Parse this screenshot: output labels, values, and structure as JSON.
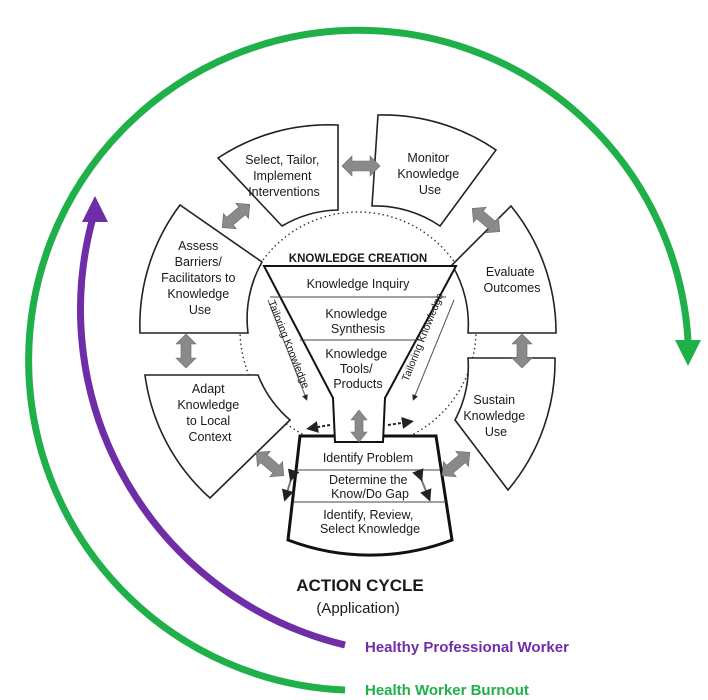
{
  "knowledge_creation": {
    "title": "KNOWLEDGE CREATION",
    "inquiry": "Knowledge Inquiry",
    "synthesis": [
      "Knowledge",
      "Synthesis"
    ],
    "tools": [
      "Knowledge",
      "Tools/",
      "Products"
    ],
    "tailoring_left": "Tailoring Knowledge",
    "tailoring_right": "Tailoring Knowledge"
  },
  "cycle_phases": {
    "select_tailor": [
      "Select, Tailor,",
      "Implement",
      "Interventions"
    ],
    "monitor": [
      "Monitor",
      "Knowledge",
      "Use"
    ],
    "evaluate": [
      "Evaluate",
      "Outcomes"
    ],
    "sustain": [
      "Sustain",
      "Knowledge",
      "Use"
    ],
    "adapt": [
      "Adapt",
      "Knowledge",
      "to Local",
      "Context"
    ],
    "assess": [
      "Assess",
      "Barriers/",
      "Facilitators to",
      "Knowledge",
      "Use"
    ]
  },
  "bottom_block": {
    "identify_problem": "Identify Problem",
    "gap": [
      "Determine the",
      "Know/Do Gap"
    ],
    "select_knowledge": [
      "Identify, Review,",
      "Select Knowledge"
    ]
  },
  "action_cycle": {
    "title": "ACTION CYCLE",
    "subtitle": "(Application)"
  },
  "legend": {
    "healthy": {
      "label": "Healthy Professional Worker",
      "color": "#6f2da8"
    },
    "burnout": {
      "label": "Health Worker Burnout",
      "color": "#1fb04a"
    }
  }
}
